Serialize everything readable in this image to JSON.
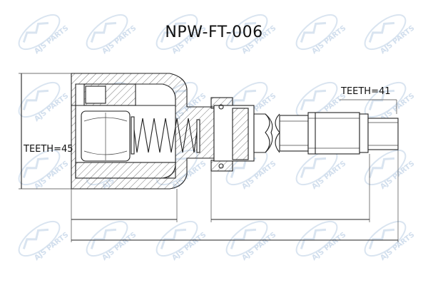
{
  "title": "NPW-FT-006",
  "labels": {
    "teeth_left": "TEETH=45",
    "teeth_right": "TEETH=41"
  },
  "watermark": {
    "brand": "AJS",
    "suffix": "PARTS",
    "color": "#c9d9ea"
  },
  "colors": {
    "line": "#222222",
    "background": "#ffffff"
  }
}
